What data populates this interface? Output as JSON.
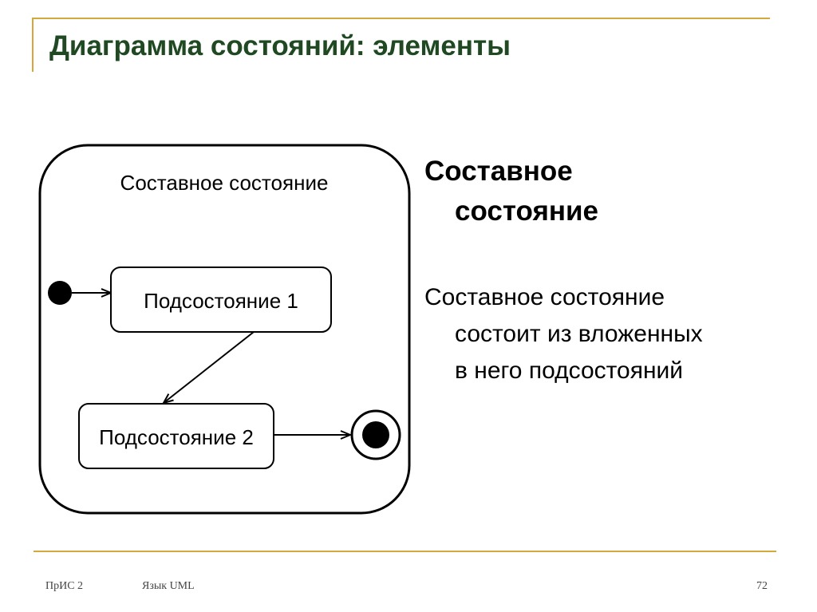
{
  "slide": {
    "title": "Диаграмма состояний: элементы"
  },
  "diagram": {
    "composite_label": "Составное состояние",
    "substate1_label": "Подсостояние 1",
    "substate2_label": "Подсостояние 2",
    "has_initial_state": true,
    "has_final_state": true,
    "transitions": [
      {
        "from": "initial",
        "to": "Подсостояние 1"
      },
      {
        "from": "Подсостояние 1",
        "to": "Подсостояние 2"
      },
      {
        "from": "Подсостояние 2",
        "to": "final"
      }
    ]
  },
  "side": {
    "heading_line1": "Составное",
    "heading_line2": "состояние",
    "body_line1": "Составное состояние",
    "body_line2": "состоит из вложенных",
    "body_line3": "в него подсостояний"
  },
  "footer": {
    "left": "ПрИС 2",
    "middle": "Язык UML",
    "page_number": "72"
  },
  "colors": {
    "title": "#1f4a21",
    "rule": "#d4a93c",
    "stroke": "#000000"
  }
}
